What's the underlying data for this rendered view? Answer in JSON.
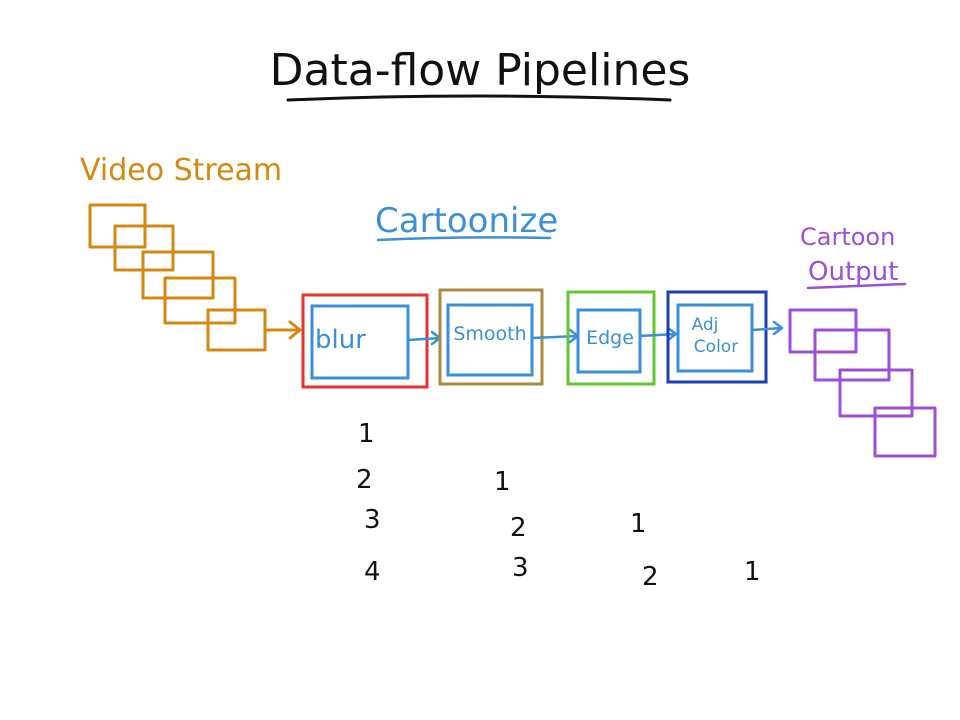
{
  "title": "Data-flow Pipelines",
  "input_label": "Video Stream",
  "group_label": "Cartoonize",
  "output_label_line1": "Cartoon",
  "output_label_line2": "Output",
  "stages": [
    {
      "label": "blur",
      "outer_color": "#e8322f",
      "inner_color": "#3a8fd8"
    },
    {
      "label": "Smooth",
      "outer_color": "#a88b3c",
      "inner_color": "#3a8fd8"
    },
    {
      "label": "Edge",
      "outer_color": "#62c531",
      "inner_color": "#3a8fd8"
    },
    {
      "label_line1": "Adj",
      "label_line2": "Color",
      "outer_color": "#1d3fb0",
      "inner_color": "#3a8fd8"
    }
  ],
  "stage_counters": [
    [
      "1",
      "2",
      "3",
      "4"
    ],
    [
      "1",
      "2",
      "3"
    ],
    [
      "1",
      "2"
    ],
    [
      "1"
    ]
  ],
  "colors": {
    "title": "#111111",
    "input": "#d4880f",
    "pipeline": "#3a8fd8",
    "output": "#9b4fd6",
    "counters": "#111111"
  }
}
